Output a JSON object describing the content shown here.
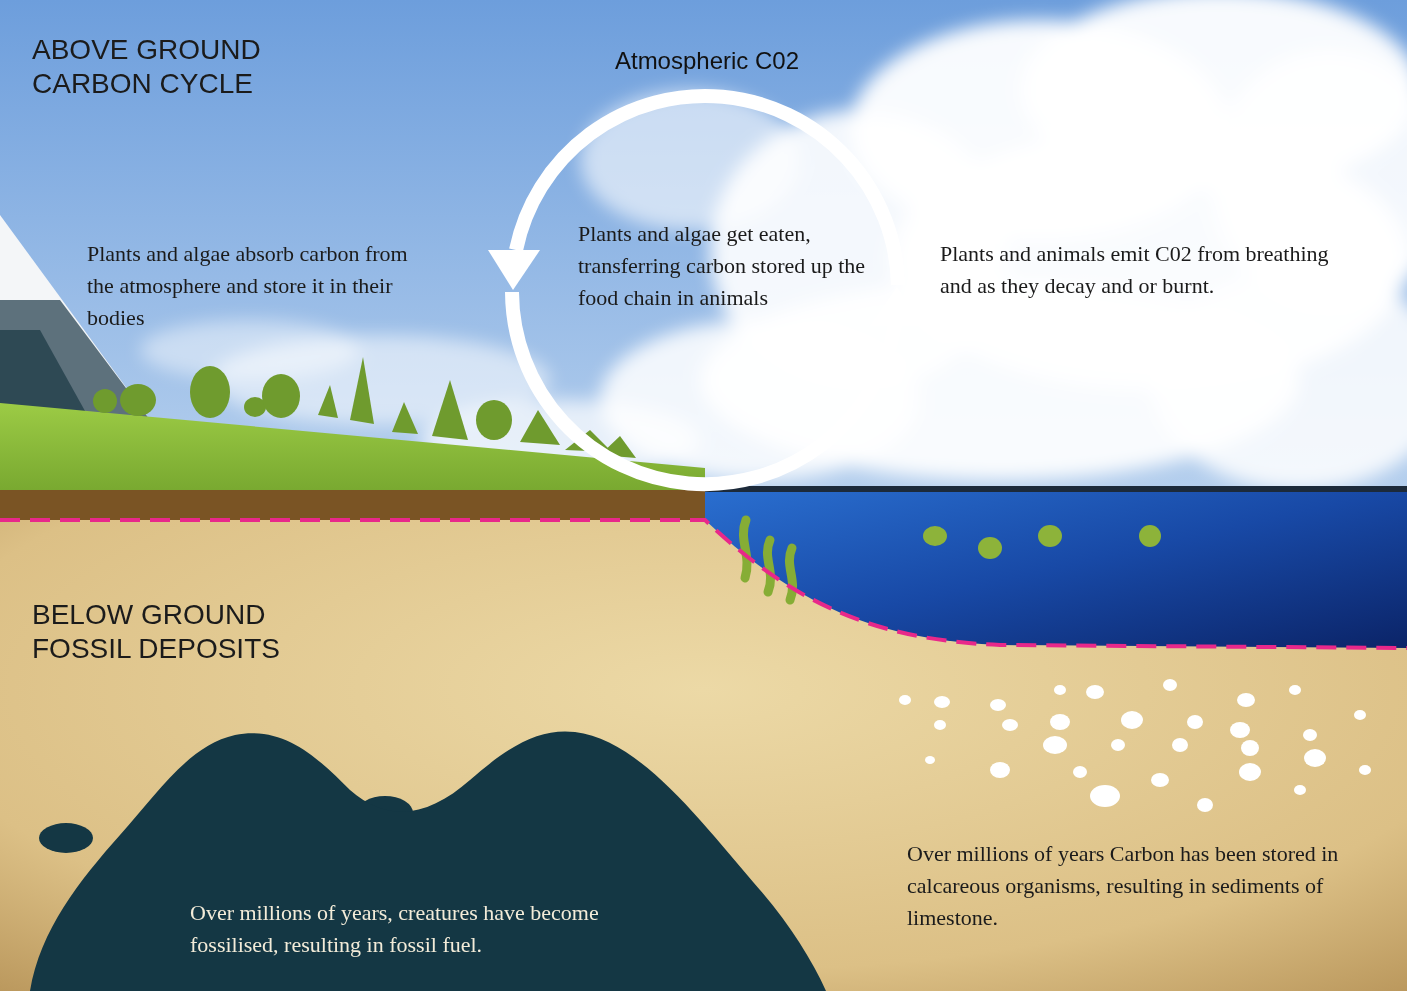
{
  "diagram": {
    "nodes": [
      {
        "text": [
          "Atmospheric C02",
          "Plants and algae get eaten, transferring carbon stored up the food chain in animals"
        ]
      },
      {
        "text": [
          "Over millions of years, creatures have become fossilised, resulting in fossil fuel."
        ]
      }
    ],
    "labels": [
      "ABOVE GROUND CARBON CYCLE",
      "Plants and algae absorb carbon from the atmosphere and store it in their bodies",
      "Plants and animals emit C02 from breathing and as they decay and or burnt.",
      "BELOW GROUND FOSSIL DEPOSITS",
      "Over millions of years Carbon has been stored in calcareous organisms, resulting in sediments of limestone."
    ]
  }
}
